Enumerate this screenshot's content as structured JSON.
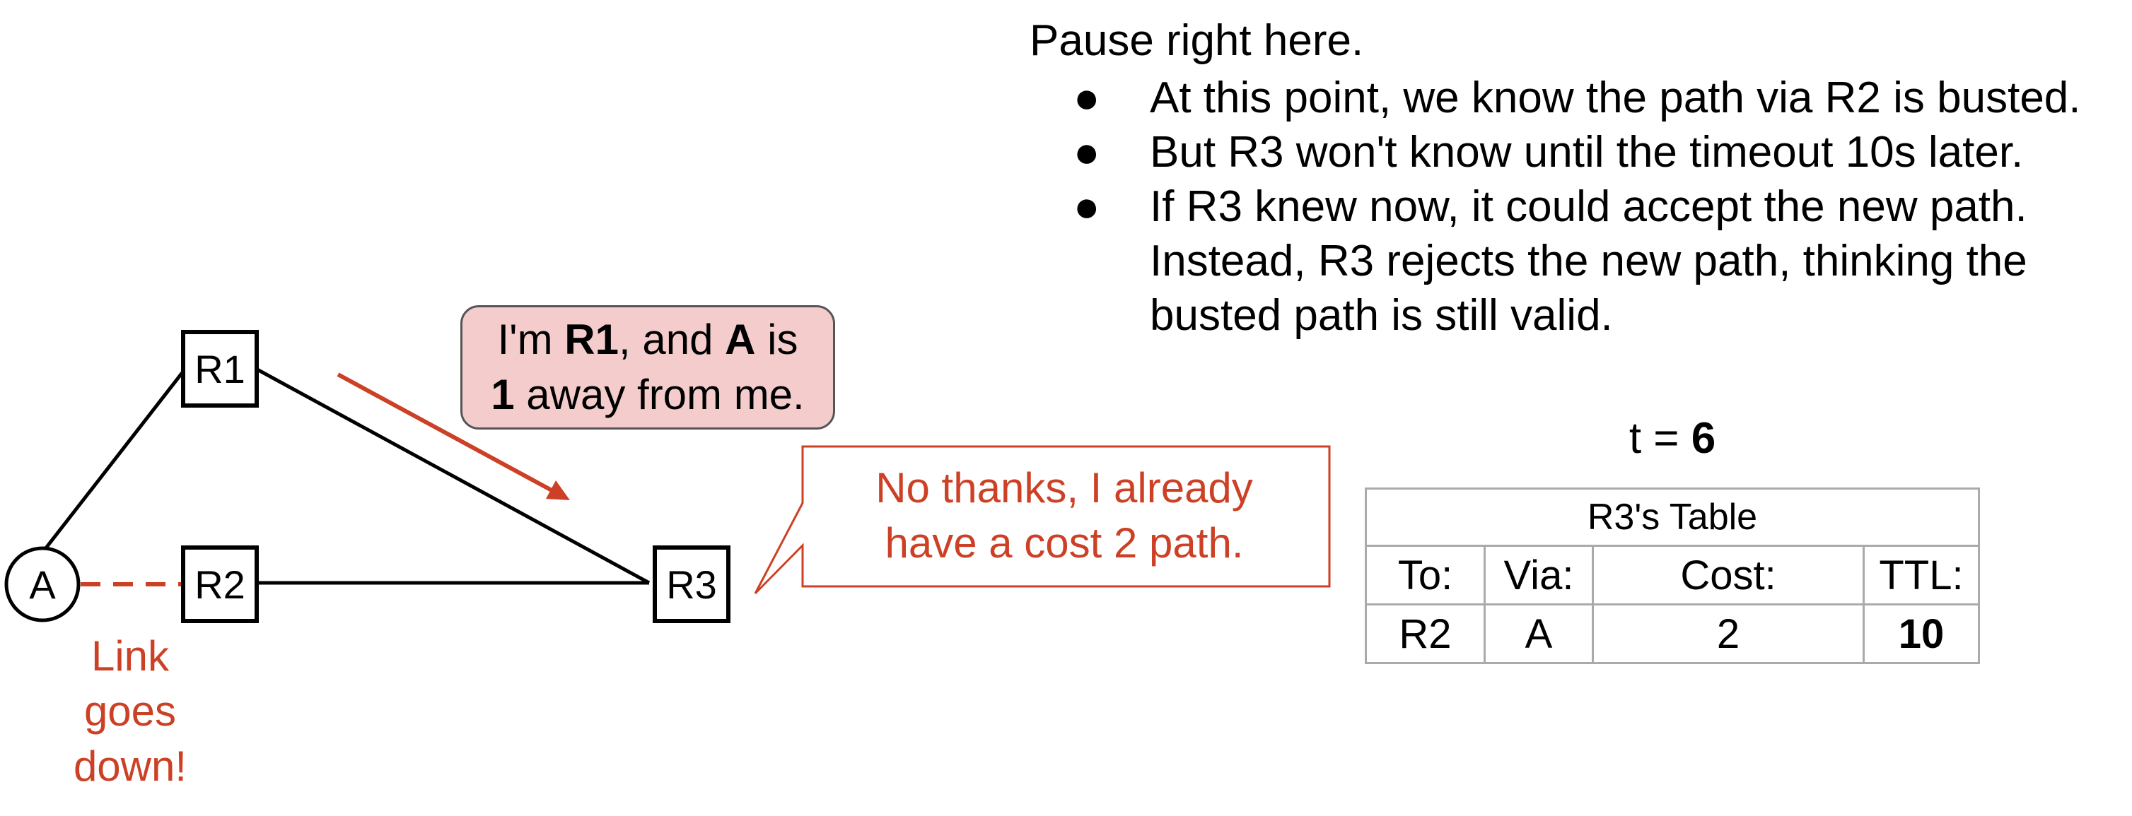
{
  "nodes": {
    "a": "A",
    "r1": "R1",
    "r2": "R2",
    "r3": "R3"
  },
  "link_down_label": [
    "Link",
    "goes",
    "down!"
  ],
  "r1_bubble": {
    "prefix": "I'm ",
    "r1": "R1",
    "mid": ", and ",
    "a": "A",
    "is": " is",
    "one": "1",
    "suffix": " away from me."
  },
  "r3_reply": [
    "No thanks, I already",
    "have a cost 2 path."
  ],
  "notes": {
    "heading": "Pause right here.",
    "bullet_char": "●",
    "bullets": [
      [
        "At this point, we know the path via R2 is busted."
      ],
      [
        "But R3 won't know until the timeout 10s later."
      ],
      [
        "If R3 knew now, it could accept the new path.",
        "Instead, R3 rejects the new path, thinking the",
        "busted path is still valid."
      ]
    ]
  },
  "time": {
    "prefix": "t = ",
    "value": "6"
  },
  "table": {
    "caption": "R3's Table",
    "headers": [
      "To:",
      "Via:",
      "Cost:",
      "TTL:"
    ],
    "row": [
      "R2",
      "A",
      "2",
      "10"
    ]
  },
  "colors": {
    "accent_red": "#cc4125",
    "bubble_fill": "#f4cccc",
    "table_border": "#aaaaaa"
  }
}
